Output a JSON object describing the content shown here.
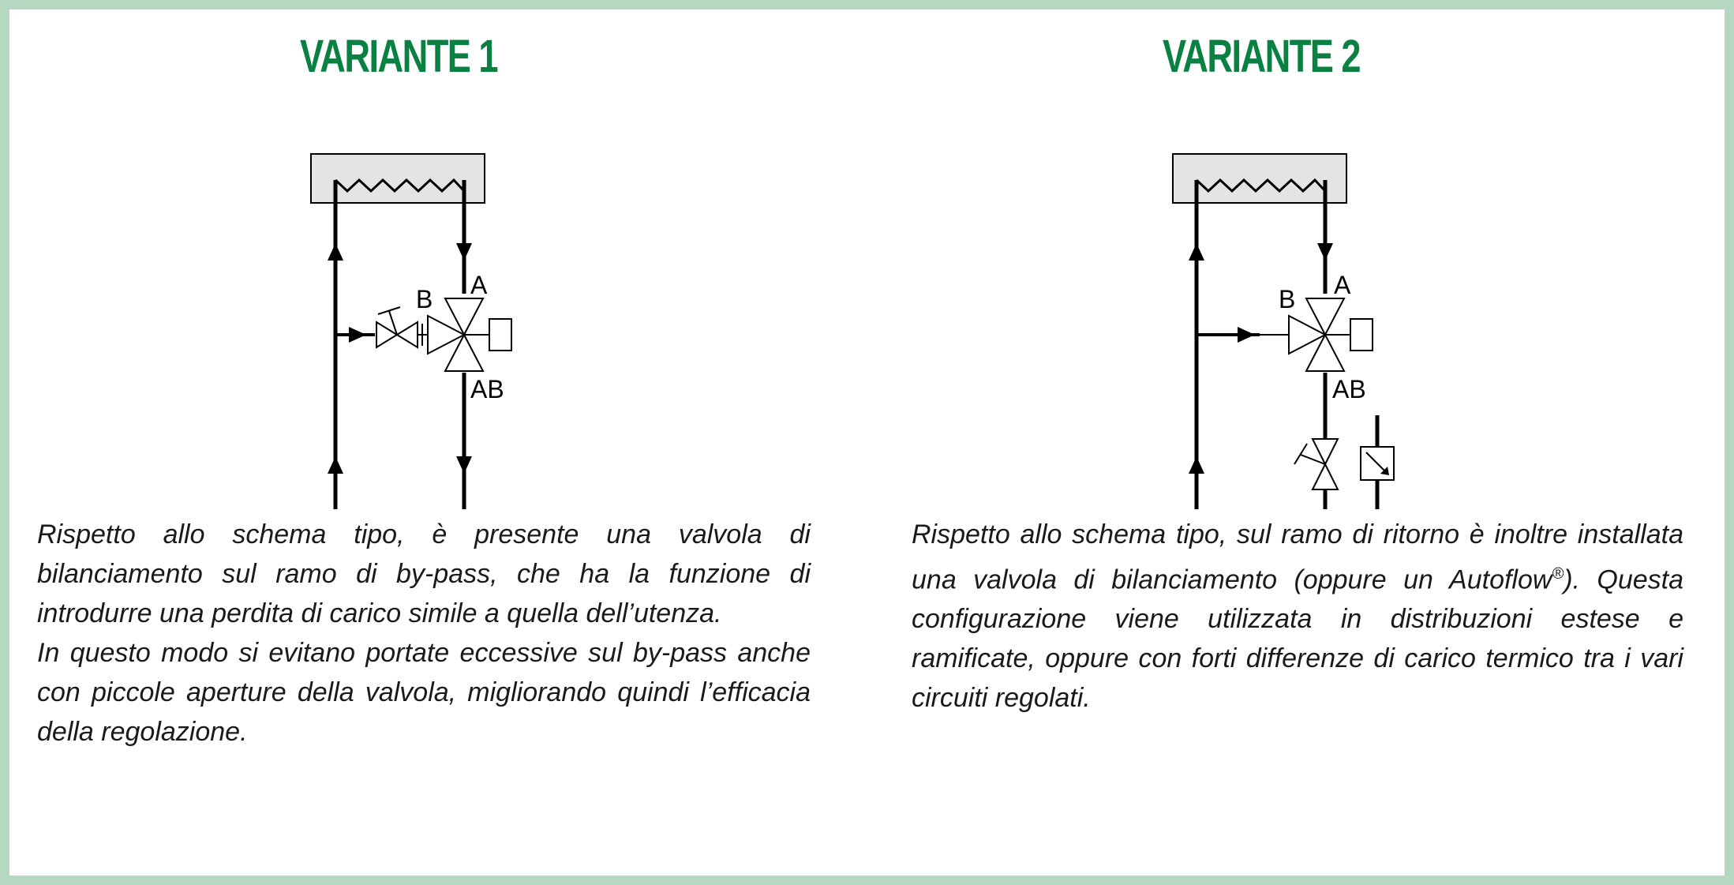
{
  "variant1": {
    "title": "VARIANTE 1",
    "labels": {
      "a": "A",
      "b": "B",
      "ab": "AB"
    },
    "description": [
      "Rispetto allo schema tipo, è presente una valvola di bilanciamento sul ramo di by-pass, che ha la funzione di introdurre una perdita di carico simile a quella dell’utenza.",
      "In questo modo si evitano portate eccessive sul by-pass anche con piccole aperture della valvola, migliorando quindi l’efficacia della regolazione."
    ]
  },
  "variant2": {
    "title": "VARIANTE 2",
    "labels": {
      "a": "A",
      "b": "B",
      "ab": "AB"
    },
    "description_before_mark": "Rispetto allo schema tipo, sul ramo di ritorno è inoltre installata una valvola di bilanciamento (oppure un Autoflow",
    "mark": "®",
    "description_after_mark": "). Questa configurazione viene utilizzata in distribuzioni estese e ramificate, oppure con forti differenze di carico termico tra i vari circuiti regolati."
  },
  "colors": {
    "border": "#b7d8c0",
    "title": "#0a8043",
    "emitter_fill": "#e4e4e4",
    "line": "#000000"
  }
}
